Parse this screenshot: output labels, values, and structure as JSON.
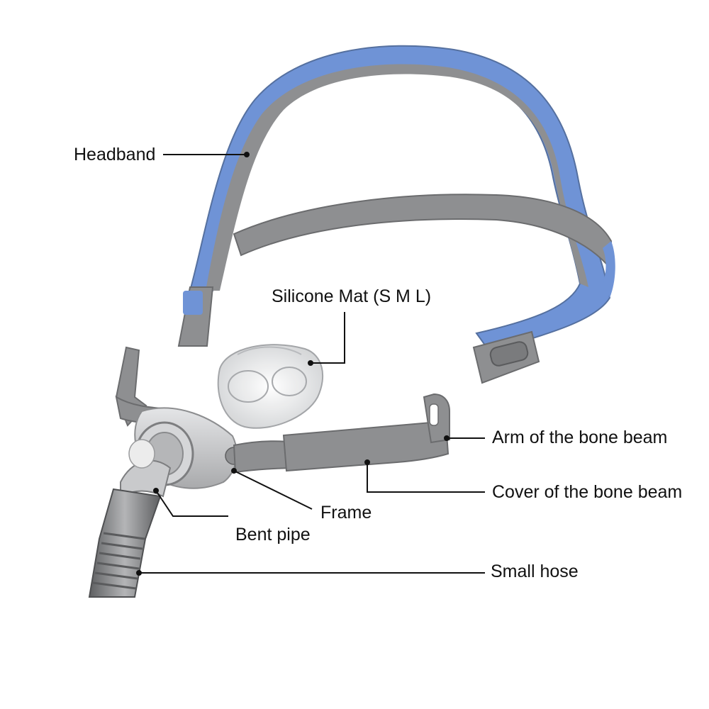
{
  "labels": {
    "headband": "Headband",
    "silicone_mat": "Silicone Mat (S M L)",
    "arm": "Arm of the bone beam",
    "cover": "Cover of the bone beam",
    "frame": "Frame",
    "bent_pipe": "Bent pipe",
    "small_hose": "Small hose"
  },
  "colors": {
    "headband_blue": "#6f93d6",
    "strap_gray": "#8e8f91",
    "strap_edge": "#6b6c6e",
    "frame_silver": "#c9cacc",
    "hose_gray": "#8a8b8d",
    "leader_line": "#111111"
  },
  "icons": [
    "r-side-marker",
    "vent-mesh"
  ]
}
